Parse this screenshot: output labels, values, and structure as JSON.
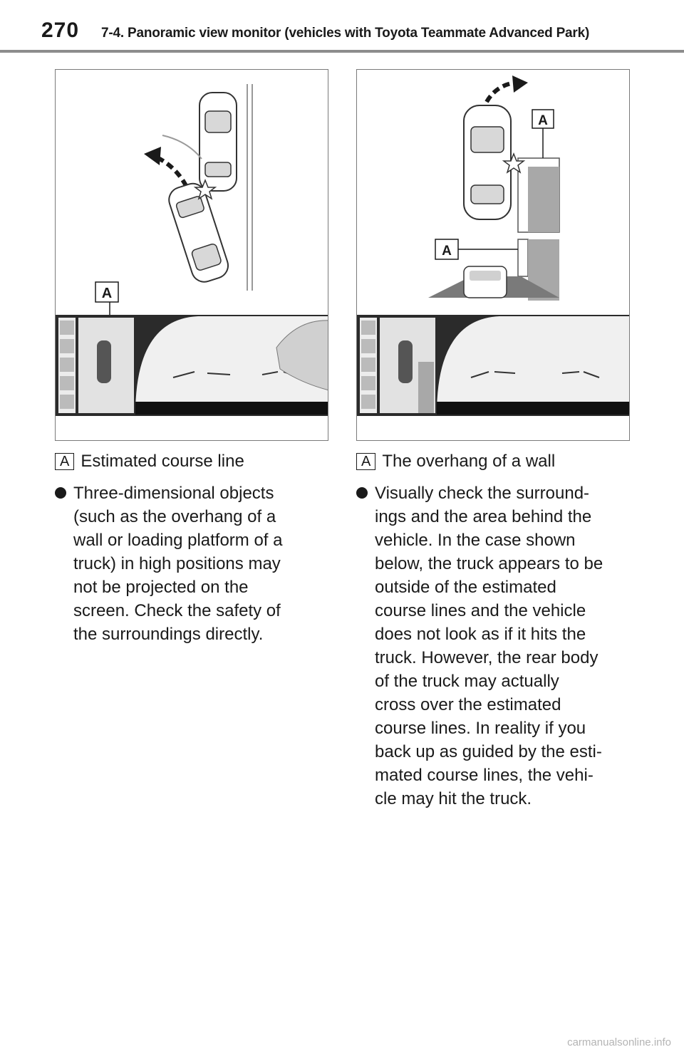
{
  "header": {
    "page_number": "270",
    "chapter_title": "7-4. Panoramic view monitor (vehicles with Toyota Teammate Advanced Park)"
  },
  "figures": {
    "left": {
      "callout_label": "A"
    },
    "right": {
      "callout_label_top": "A",
      "callout_label_bottom": "A"
    }
  },
  "left_column": {
    "caption_label": "A",
    "caption_text": "Estimated course line",
    "bullet_text": "Three-dimensional objects\n(such as the overhang of a\nwall or loading platform of a\ntruck) in high positions may\nnot be projected on the\nscreen. Check the safety of\nthe surroundings directly."
  },
  "right_column": {
    "caption_label": "A",
    "caption_text": "The overhang of a wall",
    "bullet_text": "Visually check the surround-\nings and the area behind the\nvehicle. In the case shown\nbelow, the truck appears to be\noutside of the estimated\ncourse lines and the vehicle\ndoes not look as if it hits the\ntruck. However, the rear body\nof the truck may actually\ncross over the estimated\ncourse lines. In reality if you\nback up as guided by the esti-\nmated course lines, the vehi-\ncle may hit the truck."
  },
  "watermark": "carmanualsonline.info"
}
